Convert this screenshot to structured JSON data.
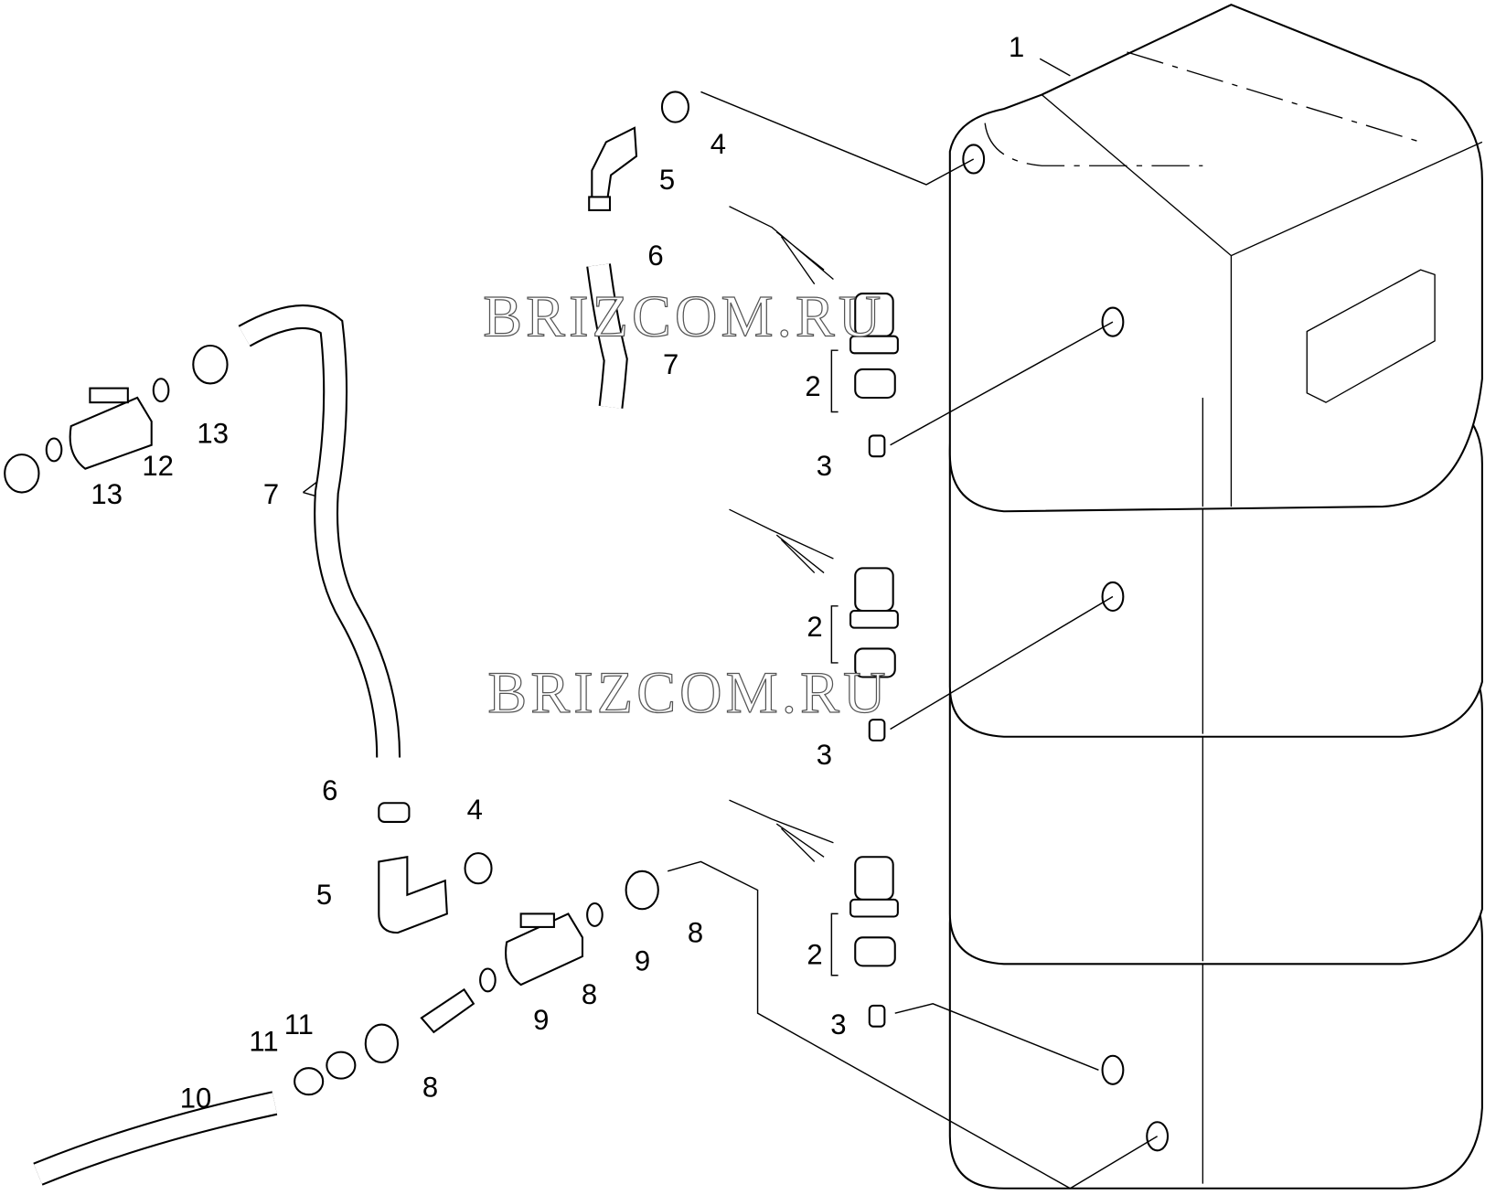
{
  "watermark": "BRIZCOM.RU",
  "callouts": {
    "tank": "1",
    "sensor_top": "2",
    "sensor_mid": "2",
    "sensor_bot": "2",
    "tee_top": "3",
    "tee_mid": "3",
    "tee_bot": "3",
    "seal_top": "4",
    "seal_bot": "4",
    "elbow_top": "5",
    "elbow_bot": "5",
    "clamp_top": "6",
    "clamp_bot": "6",
    "hose_top": "7",
    "hose_left": "7",
    "nut_a": "8",
    "nut_b": "8",
    "nut_c": "8",
    "oring_a": "9",
    "oring_b": "9",
    "hose_drain": "10",
    "clampd_a": "11",
    "clampd_b": "11",
    "valve": "12",
    "oring_v1": "13",
    "oring_v2": "13"
  }
}
